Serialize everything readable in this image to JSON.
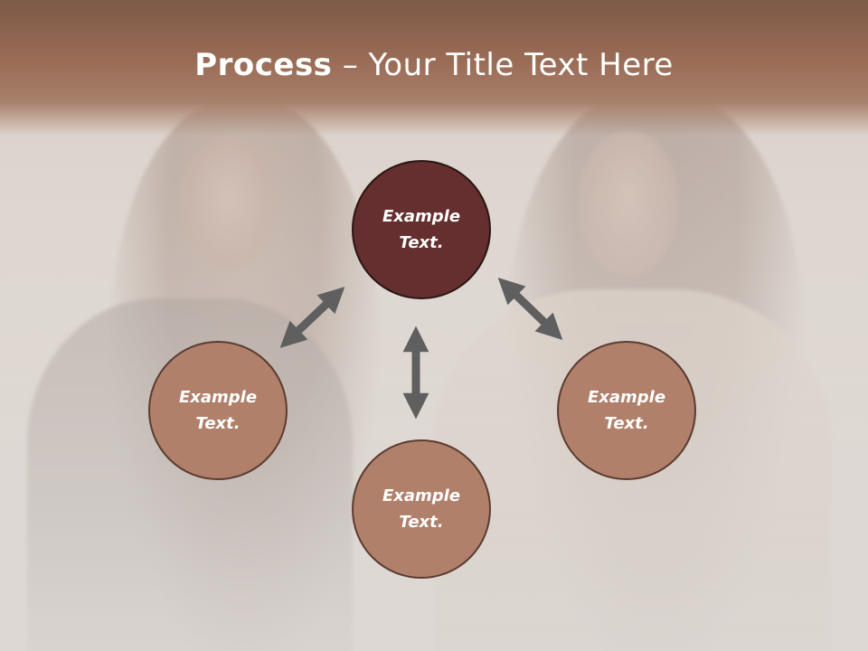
{
  "slide": {
    "title_bold": "Process",
    "title_rest": " – Your Title Text Here"
  },
  "nodes": [
    {
      "id": "top",
      "line1": "Example",
      "line2": "Text."
    },
    {
      "id": "left",
      "line1": "Example",
      "line2": "Text."
    },
    {
      "id": "right",
      "line1": "Example",
      "line2": "Text."
    },
    {
      "id": "bottom",
      "line1": "Example",
      "line2": "Text."
    }
  ],
  "colors": {
    "primary_node": "#652e2f",
    "secondary_node": "#b0806a",
    "arrow": "#5f5f5f",
    "title_bar": "#9a6c56"
  }
}
